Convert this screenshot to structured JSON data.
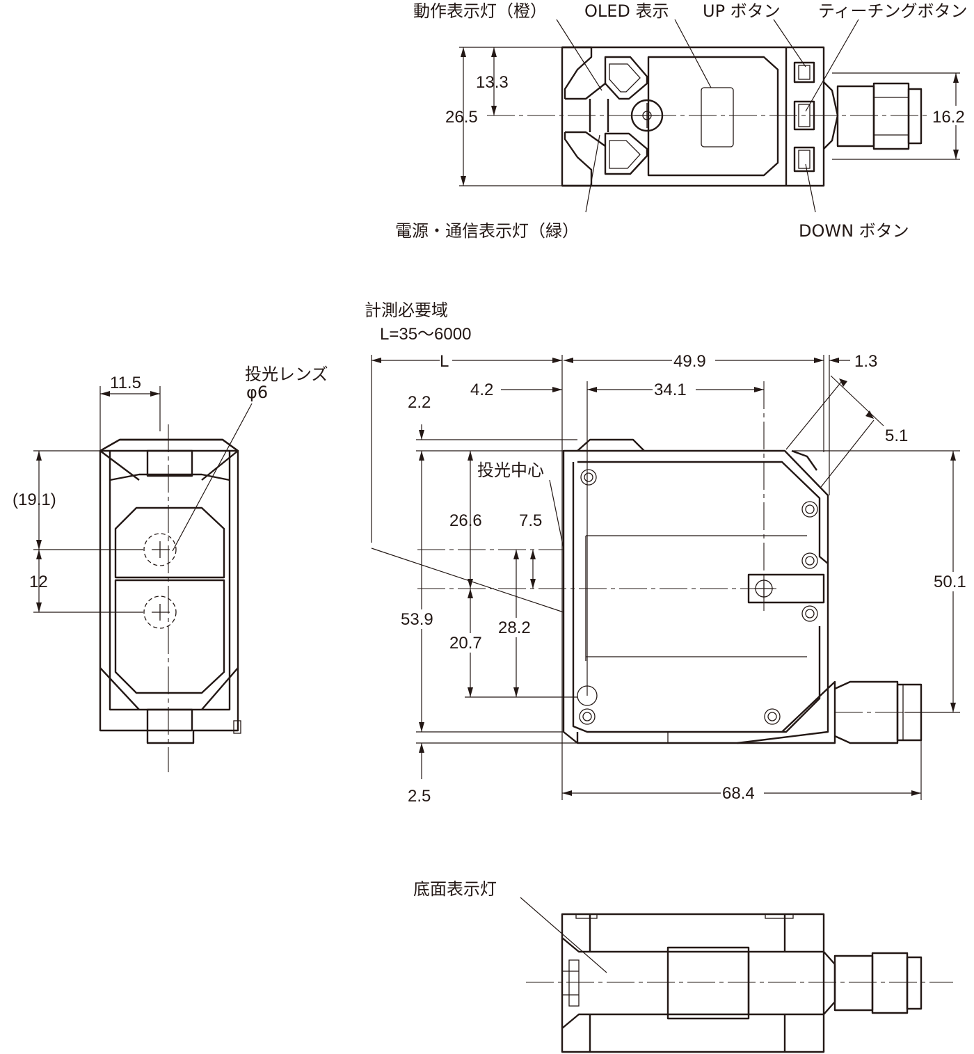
{
  "top_view": {
    "callouts": {
      "operation_indicator": "動作表示灯（橙）",
      "oled_display": "OLED 表示",
      "up_button": "UP ボタン",
      "teaching_button": "ティーチングボタン",
      "power_comm_indicator": "電源・通信表示灯（緑）",
      "down_button": "DOWN ボタン"
    },
    "dims": {
      "half_height": "13.3",
      "height": "26.5",
      "button_span": "16.2"
    }
  },
  "front_view": {
    "callouts": {
      "lens": "投光レンズ",
      "lens_dia": "φ6"
    },
    "dims": {
      "lens_offset_x": "11.5",
      "lens_offset_y": "(19.1)",
      "lens_pitch": "12"
    }
  },
  "side_view": {
    "callouts": {
      "measure_range_title": "計測必要域",
      "measure_range_value": "L=35〜6000",
      "emit_center": "投光中心"
    },
    "dims": {
      "L": "L",
      "d49_9": "49.9",
      "d1_3": "1.3",
      "d4_2": "4.2",
      "d34_1": "34.1",
      "d5_1": "5.1",
      "d2_2": "2.2",
      "d26_6": "26.6",
      "d7_5": "7.5",
      "d53_9": "53.9",
      "d28_2": "28.2",
      "d20_7": "20.7",
      "d50_1": "50.1",
      "d2_5": "2.5",
      "d68_4": "68.4"
    }
  },
  "bottom_view": {
    "callouts": {
      "bottom_indicator": "底面表示灯"
    }
  }
}
